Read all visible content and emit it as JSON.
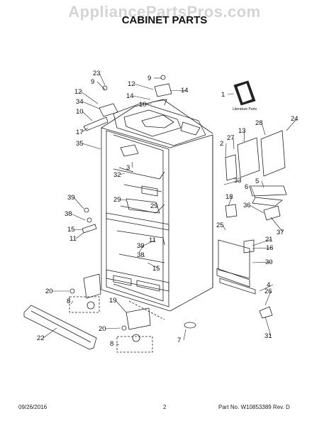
{
  "watermark": "AppliancePartsPros.com",
  "title": "CABINET PARTS",
  "literature_caption": "Literature Parts",
  "callouts": [
    "23",
    "9",
    "12",
    "34",
    "10",
    "17",
    "35",
    "9",
    "12",
    "14",
    "14",
    "10",
    "1",
    "24",
    "28",
    "13",
    "27",
    "2",
    "3",
    "32",
    "33",
    "5",
    "6",
    "18",
    "36",
    "37",
    "25",
    "21",
    "16",
    "39",
    "38",
    "15",
    "11",
    "29",
    "29",
    "11",
    "39",
    "38",
    "15",
    "30",
    "4",
    "26",
    "31",
    "20",
    "8",
    "19",
    "20",
    "8",
    "7",
    "22"
  ],
  "footer": {
    "date": "09/26/2016",
    "page": "2",
    "part_no": "Part No.  W10853389  Rev.  D"
  }
}
